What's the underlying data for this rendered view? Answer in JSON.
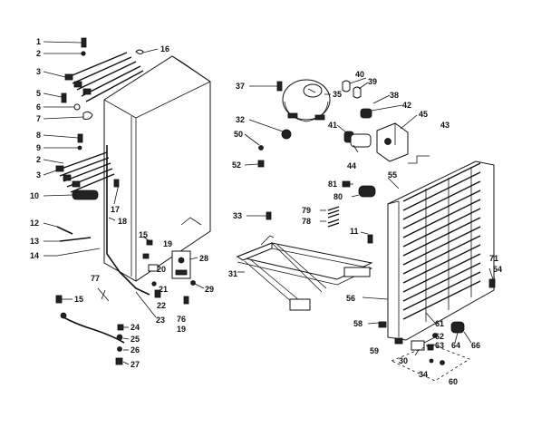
{
  "diagram": {
    "labels": [
      {
        "id": "l1",
        "text": "1"
      },
      {
        "id": "l2a",
        "text": "2"
      },
      {
        "id": "l3a",
        "text": "3"
      },
      {
        "id": "l5",
        "text": "5"
      },
      {
        "id": "l6",
        "text": "6"
      },
      {
        "id": "l7",
        "text": "7"
      },
      {
        "id": "l8",
        "text": "8"
      },
      {
        "id": "l9",
        "text": "9"
      },
      {
        "id": "l2b",
        "text": "2"
      },
      {
        "id": "l3b",
        "text": "3"
      },
      {
        "id": "l10",
        "text": "10"
      },
      {
        "id": "l12",
        "text": "12"
      },
      {
        "id": "l13",
        "text": "13"
      },
      {
        "id": "l14",
        "text": "14"
      },
      {
        "id": "l16",
        "text": "16"
      },
      {
        "id": "l17",
        "text": "17"
      },
      {
        "id": "l18",
        "text": "18"
      },
      {
        "id": "l15a",
        "text": "15"
      },
      {
        "id": "l19a",
        "text": "19"
      },
      {
        "id": "l20",
        "text": "20"
      },
      {
        "id": "l28",
        "text": "28"
      },
      {
        "id": "l21",
        "text": "21"
      },
      {
        "id": "l22",
        "text": "22"
      },
      {
        "id": "l29",
        "text": "29"
      },
      {
        "id": "l77",
        "text": "77"
      },
      {
        "id": "l15b",
        "text": "15"
      },
      {
        "id": "l23",
        "text": "23"
      },
      {
        "id": "l76",
        "text": "76"
      },
      {
        "id": "l19b",
        "text": "19"
      },
      {
        "id": "l24",
        "text": "24"
      },
      {
        "id": "l25",
        "text": "25"
      },
      {
        "id": "l26",
        "text": "26"
      },
      {
        "id": "l27",
        "text": "27"
      },
      {
        "id": "l37",
        "text": "37"
      },
      {
        "id": "l35",
        "text": "35"
      },
      {
        "id": "l40",
        "text": "40"
      },
      {
        "id": "l39",
        "text": "39"
      },
      {
        "id": "l38",
        "text": "38"
      },
      {
        "id": "l42",
        "text": "42"
      },
      {
        "id": "l32",
        "text": "32"
      },
      {
        "id": "l41",
        "text": "41"
      },
      {
        "id": "l45",
        "text": "45"
      },
      {
        "id": "l43",
        "text": "43"
      },
      {
        "id": "l50",
        "text": "50"
      },
      {
        "id": "l52",
        "text": "52"
      },
      {
        "id": "l44",
        "text": "44"
      },
      {
        "id": "l55",
        "text": "55"
      },
      {
        "id": "l81",
        "text": "81"
      },
      {
        "id": "l80",
        "text": "80"
      },
      {
        "id": "l33",
        "text": "33"
      },
      {
        "id": "l79",
        "text": "79"
      },
      {
        "id": "l78",
        "text": "78"
      },
      {
        "id": "l11",
        "text": "11"
      },
      {
        "id": "l31",
        "text": "31"
      },
      {
        "id": "l71",
        "text": "71"
      },
      {
        "id": "l54",
        "text": "54"
      },
      {
        "id": "l56",
        "text": "56"
      },
      {
        "id": "l58",
        "text": "58"
      },
      {
        "id": "l61",
        "text": "61"
      },
      {
        "id": "l62",
        "text": "62"
      },
      {
        "id": "l63",
        "text": "63"
      },
      {
        "id": "l64",
        "text": "64"
      },
      {
        "id": "l66",
        "text": "66"
      },
      {
        "id": "l59",
        "text": "59"
      },
      {
        "id": "l30",
        "text": "30"
      },
      {
        "id": "l34",
        "text": "34"
      },
      {
        "id": "l60",
        "text": "60"
      }
    ]
  }
}
